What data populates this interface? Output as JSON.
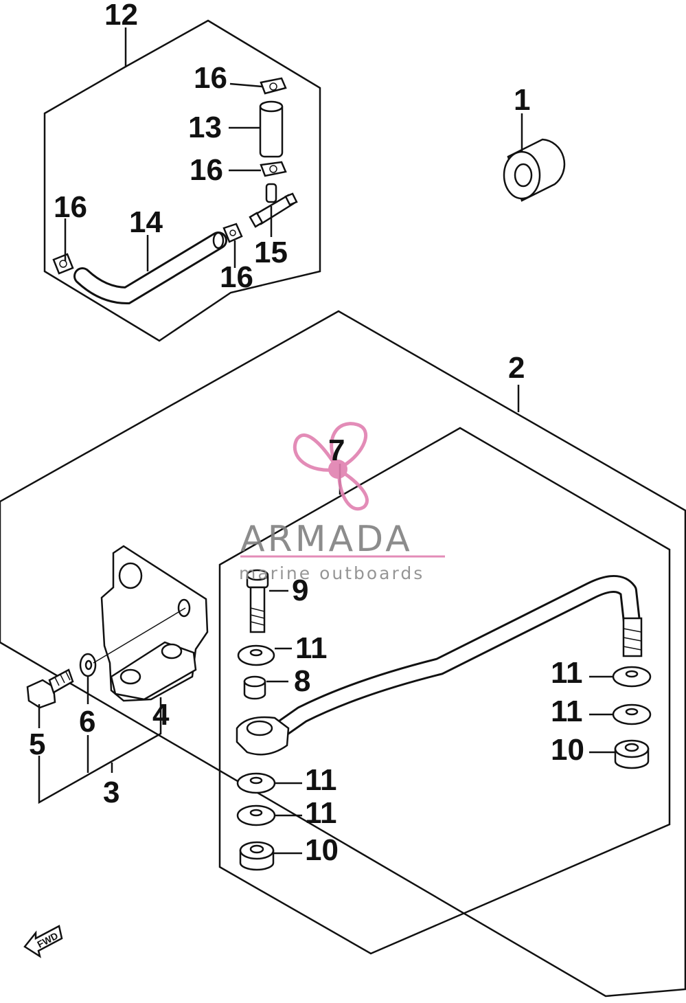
{
  "diagram": {
    "callouts": {
      "c1": "1",
      "c2": "2",
      "c3": "3",
      "c4": "4",
      "c5": "5",
      "c6": "6",
      "c7": "7",
      "c8": "8",
      "c9": "9",
      "c10a": "10",
      "c10b": "10",
      "c11a": "11",
      "c11b": "11",
      "c11c": "11",
      "c11d": "11",
      "c11e": "11",
      "c12": "12",
      "c13": "13",
      "c14": "14",
      "c15": "15",
      "c16a": "16",
      "c16b": "16",
      "c16c": "16",
      "c16d": "16"
    },
    "front_arrow_label": "FWD"
  },
  "watermark": {
    "brand": "ARMADA",
    "tagline": "marine outboards",
    "color": "#e080b0"
  }
}
